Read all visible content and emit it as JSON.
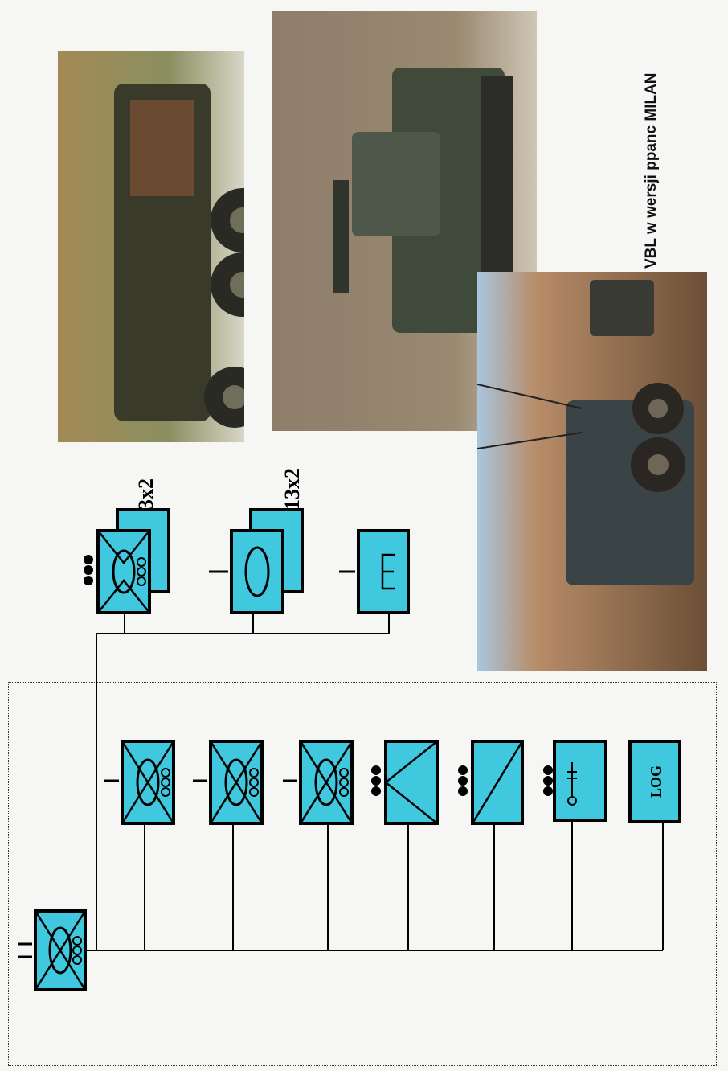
{
  "caption": "VBL w wersji ppanc MILAN",
  "photos": [
    {
      "name": "photo-armored-car"
    },
    {
      "name": "photo-tank"
    },
    {
      "name": "photo-vbl-milan"
    }
  ],
  "platoons": [
    {
      "name": "recon-section",
      "multiplier": "3x2"
    },
    {
      "name": "tank-platoon",
      "multiplier": "13x2"
    },
    {
      "name": "engineer-platoon",
      "multiplier": ""
    }
  ],
  "hq_units": [
    {
      "name": "recon-squadron-1"
    },
    {
      "name": "recon-squadron-2"
    },
    {
      "name": "recon-squadron-3"
    },
    {
      "name": "anti-armor-company"
    },
    {
      "name": "recon-company"
    },
    {
      "name": "support-company"
    },
    {
      "name": "logistics-company",
      "label": "LOG"
    }
  ],
  "colors": {
    "symbol_fill": "#3fc8de",
    "line": "#000000",
    "background": "#f6f7f4"
  }
}
